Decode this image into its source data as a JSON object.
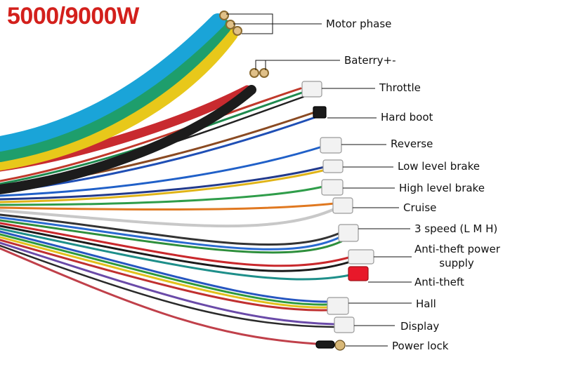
{
  "title": "5000/9000W",
  "labels": {
    "motor_phase": "Motor phase",
    "battery": "Baterry+-",
    "throttle": "Throttle",
    "hard_boot": "Hard boot",
    "reverse": "Reverse",
    "low_brake": "Low level brake",
    "high_brake": "High level brake",
    "cruise": "Cruise",
    "speed3": "3 speed (L M H)",
    "antitheft_power_1": "Anti-theft power",
    "antitheft_power_2": "supply",
    "antitheft": "Anti-theft",
    "hall": "Hall",
    "display": "Display",
    "power_lock": "Power lock"
  },
  "colors": {
    "title": "#d3201c",
    "phase_blue": "#1aa4d8",
    "phase_green": "#1e9e6c",
    "phase_yellow": "#e8c81a",
    "battery_red": "#c82a2f",
    "battery_black": "#1c1c1c",
    "antitheft_connector": "#e8182a"
  }
}
